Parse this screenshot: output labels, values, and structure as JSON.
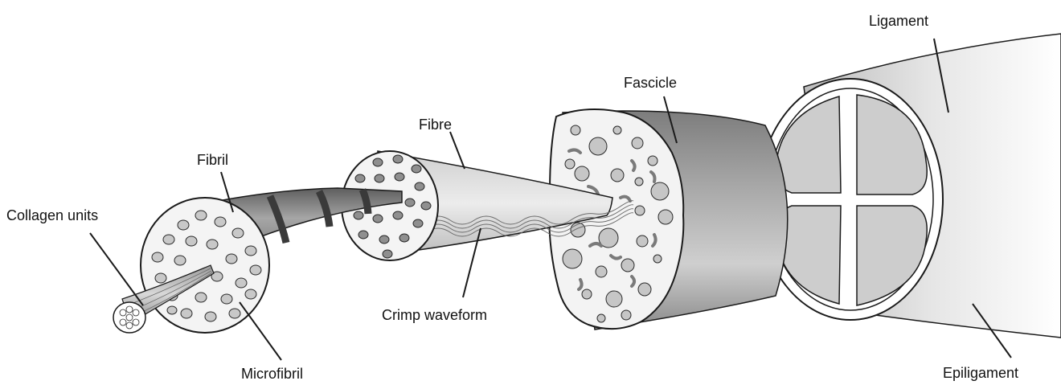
{
  "labels": {
    "collagen_units": "Collagen units",
    "fibril": "Fibril",
    "microfibril": "Microfibril",
    "fibre": "Fibre",
    "crimp_waveform": "Crimp waveform",
    "fascicle": "Fascicle",
    "ligament": "Ligament",
    "epiligament": "Epiligament"
  },
  "colors": {
    "background": "#ffffff",
    "outline": "#1a1a1a",
    "cross_section": "#f4f4f4",
    "dot_fill": "#c9c9c9",
    "dark_dot_fill": "#8f8f8f",
    "body_shade": "#9a9a9a"
  }
}
